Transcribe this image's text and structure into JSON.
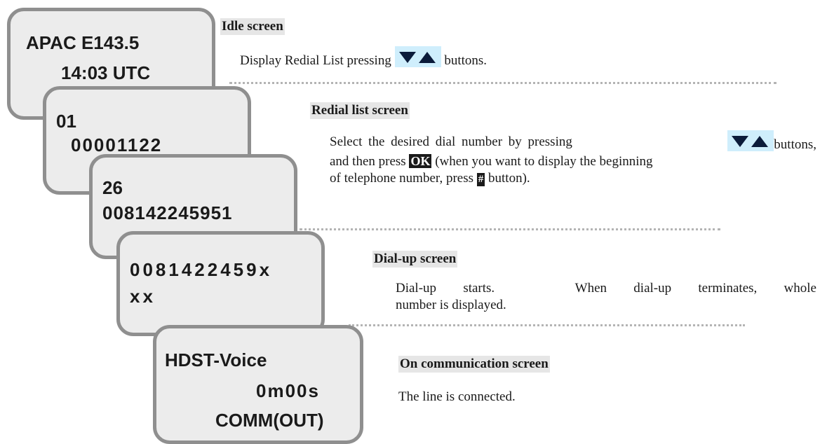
{
  "screens": {
    "idle": {
      "line1": "APAC E143.5",
      "line2": "14:03 UTC"
    },
    "redial1": {
      "line1": "01",
      "line2": "00001122"
    },
    "redial2": {
      "line1": "26",
      "line2": "008142245951"
    },
    "dialup": {
      "line1": "0081422459x",
      "line2": "xx"
    },
    "comm": {
      "line1": "HDST-Voice",
      "line2": "0m00s",
      "line3": "COMM(OUT)"
    }
  },
  "sections": {
    "idle": {
      "title": "Idle screen",
      "desc_before": "Display Redial List pressing",
      "desc_after": "buttons."
    },
    "redial": {
      "title": "Redial list screen",
      "desc_1": "Select the desired dial number by pressing",
      "desc_2": "buttons,",
      "desc_3": "and then press",
      "desc_4": "(when you want to display the beginning",
      "desc_5": "of telephone number, press",
      "desc_6": "button)."
    },
    "dialup": {
      "title": "Dial-up screen",
      "desc_1": "Dial-up starts.   When dial-up terminates, whole",
      "desc_2": "number is displayed."
    },
    "comm": {
      "title": "On communication screen",
      "desc": "The line is connected."
    }
  },
  "keys": {
    "ok": "OK",
    "hash": "#",
    "down": "▼",
    "up": "▲"
  },
  "colors": {
    "key_highlight": "#cfeefc",
    "screen_bg": "#ececec",
    "screen_border": "#8f8f8f"
  }
}
